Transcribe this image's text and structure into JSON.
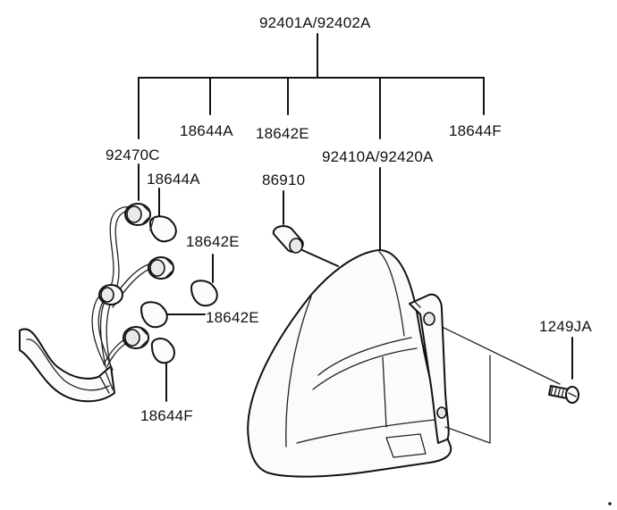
{
  "diagram": {
    "labels": {
      "assembly": "92401A/92402A",
      "bulb_18644a_top": "18644A",
      "bulb_18642e_top": "18642E",
      "bulb_18644f_top": "18644F",
      "socket_wiring": "92470C",
      "bulb_18644a": "18644A",
      "bulb_18642e_upper": "18642E",
      "bulb_18642e_lower": "18642E",
      "bulb_18644f": "18644F",
      "lamp_body": "92410A/92420A",
      "grommet": "86910",
      "screw": "1249JA"
    }
  }
}
